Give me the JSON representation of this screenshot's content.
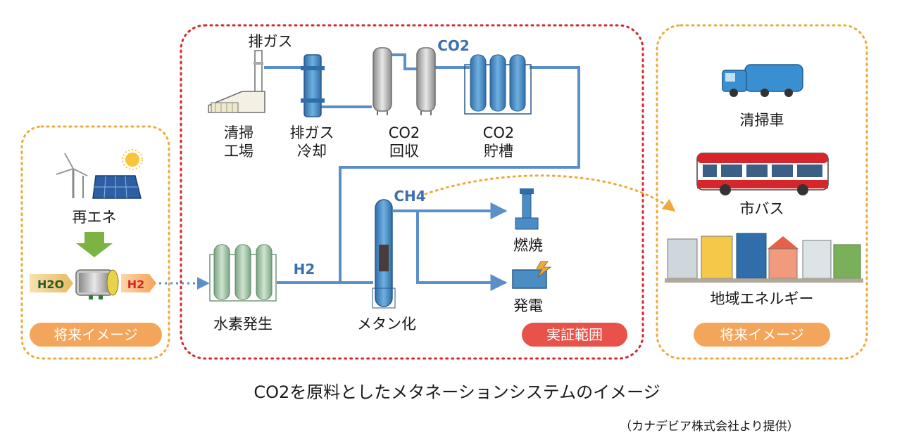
{
  "left_box": {
    "renewable_label": "再エネ",
    "h2o_label": "H2O",
    "h2_label": "H2",
    "badge": "将来イメージ"
  },
  "center_box": {
    "exhaust_gas_label": "排ガス",
    "co2_top_label": "CO2",
    "plant_label_1": "清掃",
    "plant_label_2": "工場",
    "cooling_label_1": "排ガス",
    "cooling_label_2": "冷却",
    "recovery_label_1": "CO2",
    "recovery_label_2": "回収",
    "storage_label_1": "CO2",
    "storage_label_2": "貯槽",
    "h2_label": "H2",
    "ch4_label": "CH4",
    "hydrogen_gen_label": "水素発生",
    "methanation_label": "メタン化",
    "combustion_label": "燃焼",
    "power_label": "発電",
    "badge": "実証範囲"
  },
  "right_box": {
    "garbage_truck_label": "清掃車",
    "city_bus_label": "市バス",
    "regional_energy_label": "地域エネルギー",
    "badge": "将来イメージ"
  },
  "caption": "CO2を原料としたメタネーションシステムのイメージ",
  "credit": "（カナデビア株式会社より提供）",
  "colors": {
    "pipe_blue": "#5b8fc9",
    "red_dotted": "#d7262b",
    "orange_dotted": "#f0a93c",
    "badge_orange": "#f4a55c",
    "badge_red": "#e8524a",
    "tank_blue": "#4a8cc4",
    "tank_green": "#9ec4a3"
  }
}
